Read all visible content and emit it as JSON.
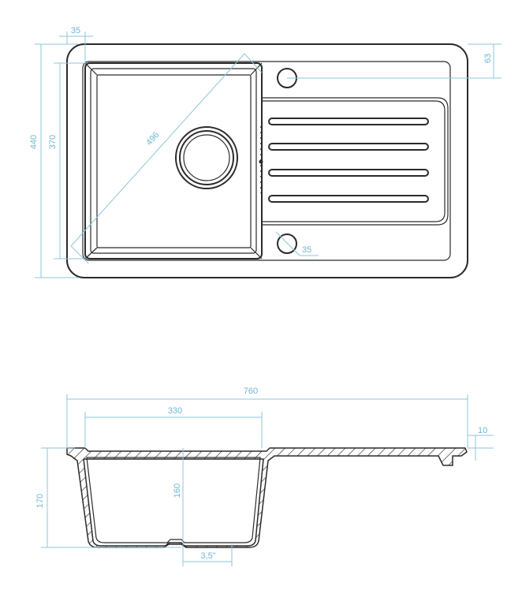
{
  "top_view": {
    "labels": {
      "wall_width": "35",
      "hole_offset": "63",
      "overall_depth": "440",
      "bowl_depth": "370",
      "diagonal": "496",
      "hole_diameter": "35"
    }
  },
  "side_view": {
    "labels": {
      "overall_width": "760",
      "bowl_width": "330",
      "rim_thickness": "10",
      "overall_height": "170",
      "bowl_height": "160",
      "drain_size": "3,5\""
    }
  },
  "colors": {
    "outline": "#2b2b2b",
    "dimension": "#8fc4de",
    "dimension_text": "#6fb6d6"
  }
}
